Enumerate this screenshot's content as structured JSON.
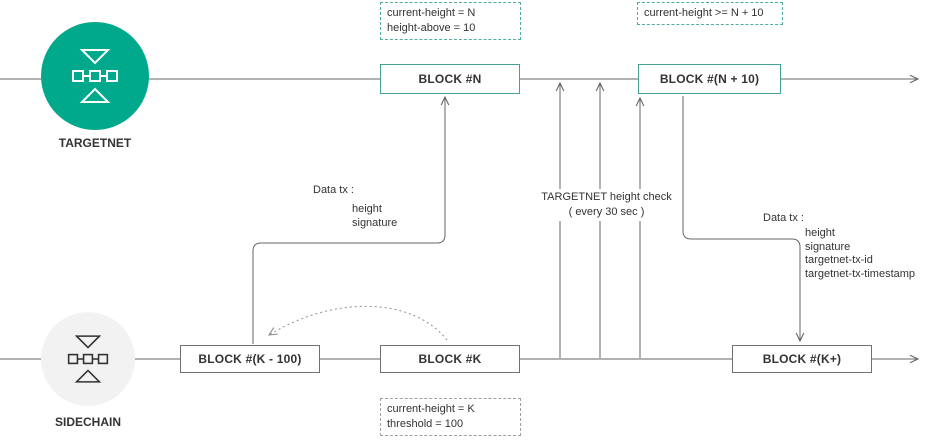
{
  "diagram": {
    "chains": {
      "targetnet": {
        "label": "TARGETNET"
      },
      "sidechain": {
        "label": "SIDECHAIN"
      }
    },
    "blocks": {
      "n": {
        "label": "BLOCK #N"
      },
      "n_plus_10": {
        "label": "BLOCK #(N + 10)"
      },
      "k_minus_100": {
        "label": "BLOCK #(K - 100)"
      },
      "k": {
        "label": "BLOCK #K"
      },
      "k_plus": {
        "label": "BLOCK #(K+)"
      }
    },
    "notes": {
      "above_block_n": {
        "line1": "current-height = N",
        "line2": "height-above = 10"
      },
      "above_block_n_plus_10": {
        "line1": "current-height >= N + 10"
      },
      "below_block_k": {
        "line1": "current-height = K",
        "line2": "threshold = 100"
      }
    },
    "annotations": {
      "data_tx_left": {
        "title": "Data tx :",
        "items": [
          "height",
          "signature"
        ]
      },
      "height_check": {
        "line1": "TARGETNET height check",
        "line2": "( every 30 sec )"
      },
      "data_tx_right": {
        "title": "Data tx :",
        "items": [
          "height",
          "signature",
          "targetnet-tx-id",
          "targetnet-tx-timestamp"
        ]
      }
    },
    "icons": {
      "targetnet": "chain-blocks-icon",
      "sidechain": "chain-blocks-icon"
    },
    "colors": {
      "targetnet_fill": "#00A98C",
      "teal_border": "#43A295",
      "teal_dashed": "#4FAC9F",
      "sidechain_fill": "#F2F2F2",
      "gray_border": "#707070",
      "connector": "#666666",
      "text": "#333333"
    }
  }
}
